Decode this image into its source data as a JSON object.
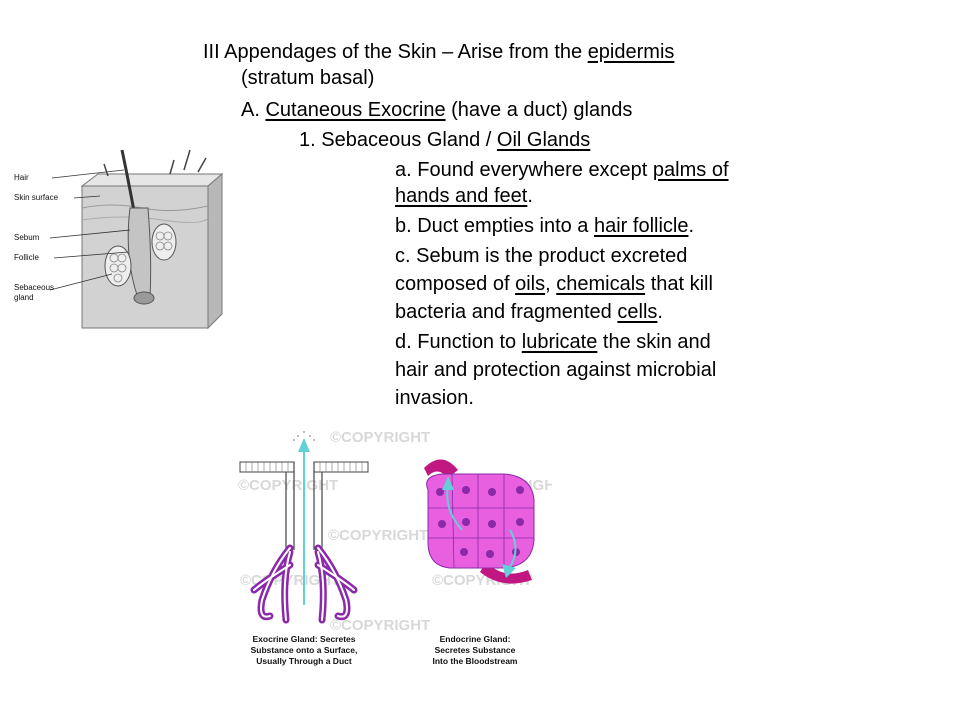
{
  "outline": {
    "heading_a": "III  Appendages of the Skin – Arise from the ",
    "heading_u": "epidermis",
    "heading_b": "(stratum basal)",
    "sectionA_prefix": "A.   ",
    "sectionA_u": "Cutaneous Exocrine",
    "sectionA_rest": " (have a duct) glands",
    "item1_prefix": "1.  Sebaceous Gland / ",
    "item1_u": "Oil Glands",
    "a_prefix": "a.    Found everywhere except ",
    "a_u1": "palms of",
    "a_u2": "hands and feet",
    "a_end": ".",
    "b_prefix": "b.    Duct empties into a ",
    "b_u": "hair follicle",
    "b_end": ".",
    "c1": "c.    Sebum is the product excreted",
    "c2_a": "composed of ",
    "c2_u1": "oils",
    "c2_b": ", ",
    "c2_u2": "chemicals",
    "c2_c": " that kill",
    "c3_a": "bacteria and fragmented ",
    "c3_u": "cells",
    "c3_end": ".",
    "d1_a": "d.    Function to ",
    "d1_u": "lubricate",
    "d1_b": " the skin and",
    "d2": "hair and protection against microbial",
    "d3": "invasion."
  },
  "skin_figure": {
    "labels": [
      "Hair",
      "Skin surface",
      "Sebum",
      "Follicle",
      "Sebaceous",
      "gland"
    ]
  },
  "gland_figure": {
    "exocrine_caption": [
      "Exocrine Gland: Secretes",
      "Substance onto a Surface,",
      "Usually Through a Duct"
    ],
    "endocrine_caption": [
      "Endocrine Gland:",
      "Secretes Substance",
      "Into the Bloodstream"
    ],
    "watermark": "©COPYRIGHT",
    "colors": {
      "cell": "#e85fe0",
      "nucleus": "#8a2aa8",
      "arrow": "#63cfd6",
      "membrane": "#c01880"
    }
  }
}
